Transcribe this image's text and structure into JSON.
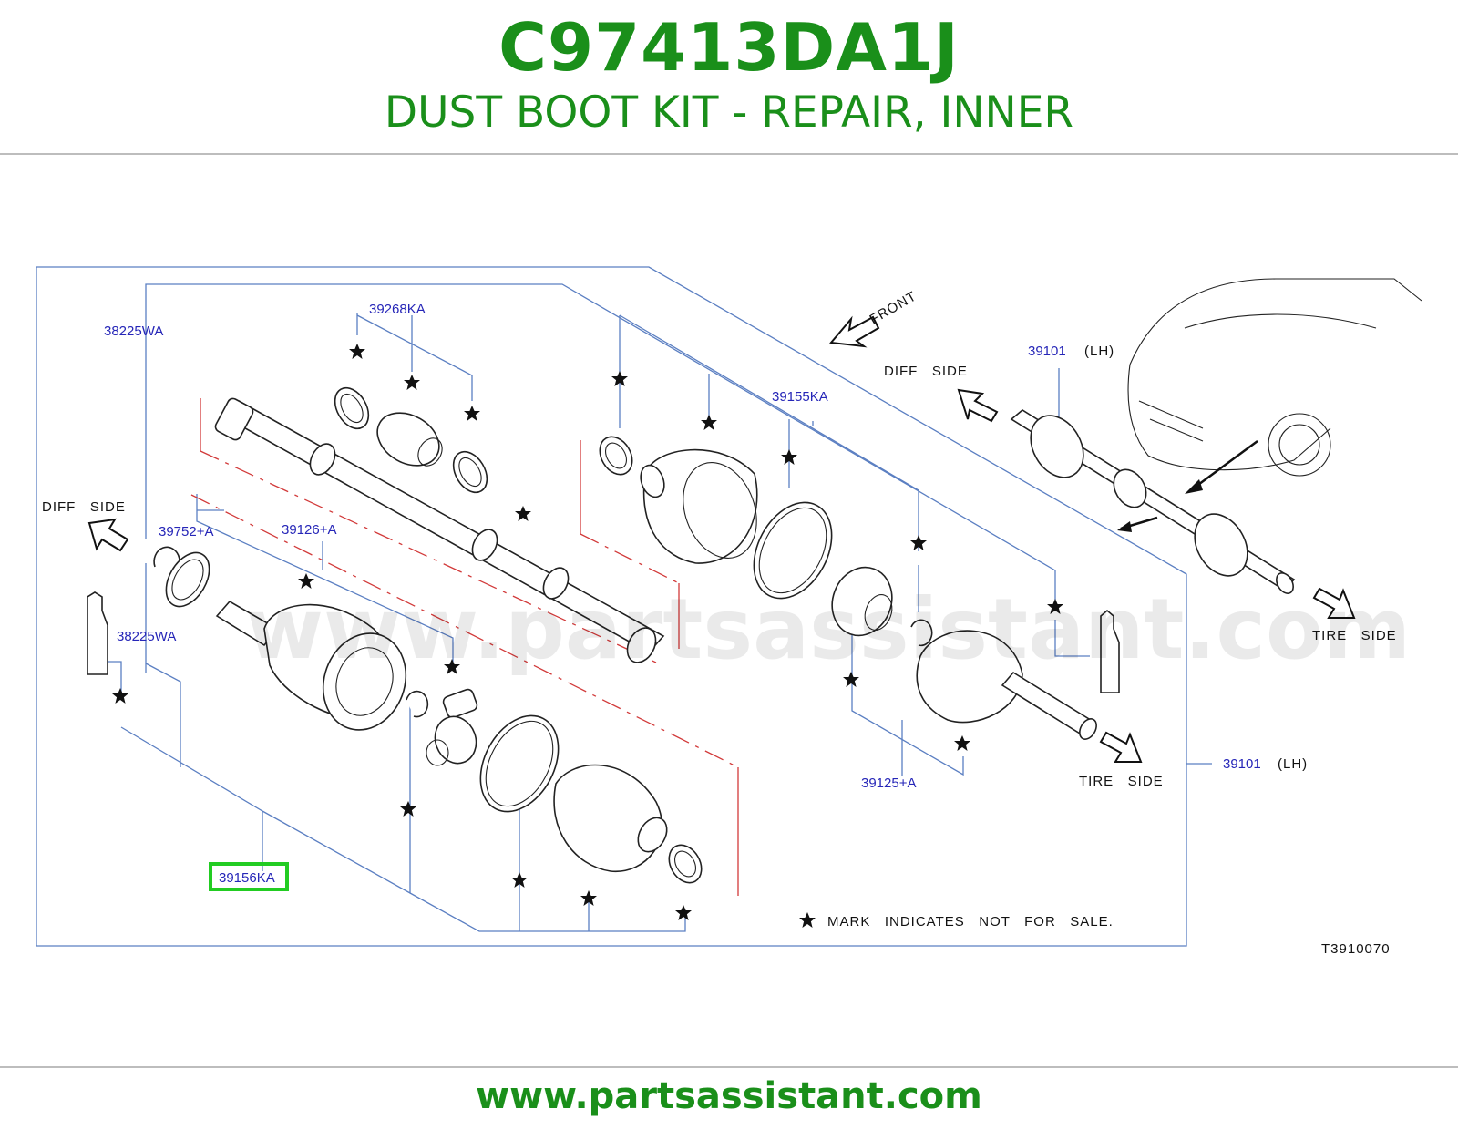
{
  "header": {
    "part_number": "C97413DA1J",
    "description": "DUST BOOT KIT - REPAIR, INNER"
  },
  "footer": {
    "url": "www.partsassistant.com"
  },
  "watermark": "www.partsassistant.com",
  "diagram": {
    "callouts": {
      "c38225wa_top": "38225WA",
      "c39268ka": "39268KA",
      "c39155ka": "39155KA",
      "c39752a": "39752+A",
      "c39126a": "39126+A",
      "c38225wa_bottom": "38225WA",
      "c39156ka": "39156KA",
      "c39125a": "39125+A",
      "c39101_top": "39101",
      "c39101_top_suffix": "(LH)",
      "c39101_right": "39101",
      "c39101_right_suffix": "(LH)"
    },
    "directions": {
      "front": "FRONT",
      "diff_side_left": "DIFF   SIDE",
      "diff_side_top": "DIFF   SIDE",
      "tire_side_right": "TIRE   SIDE",
      "tire_side_middle": "TIRE   SIDE"
    },
    "legend": "MARK   INDICATES   NOT   FOR   SALE.",
    "diagram_code": "T3910070",
    "highlight_color": "#22cc22",
    "callout_color": "#2626b8",
    "brand_color": "#1a8f1a"
  }
}
